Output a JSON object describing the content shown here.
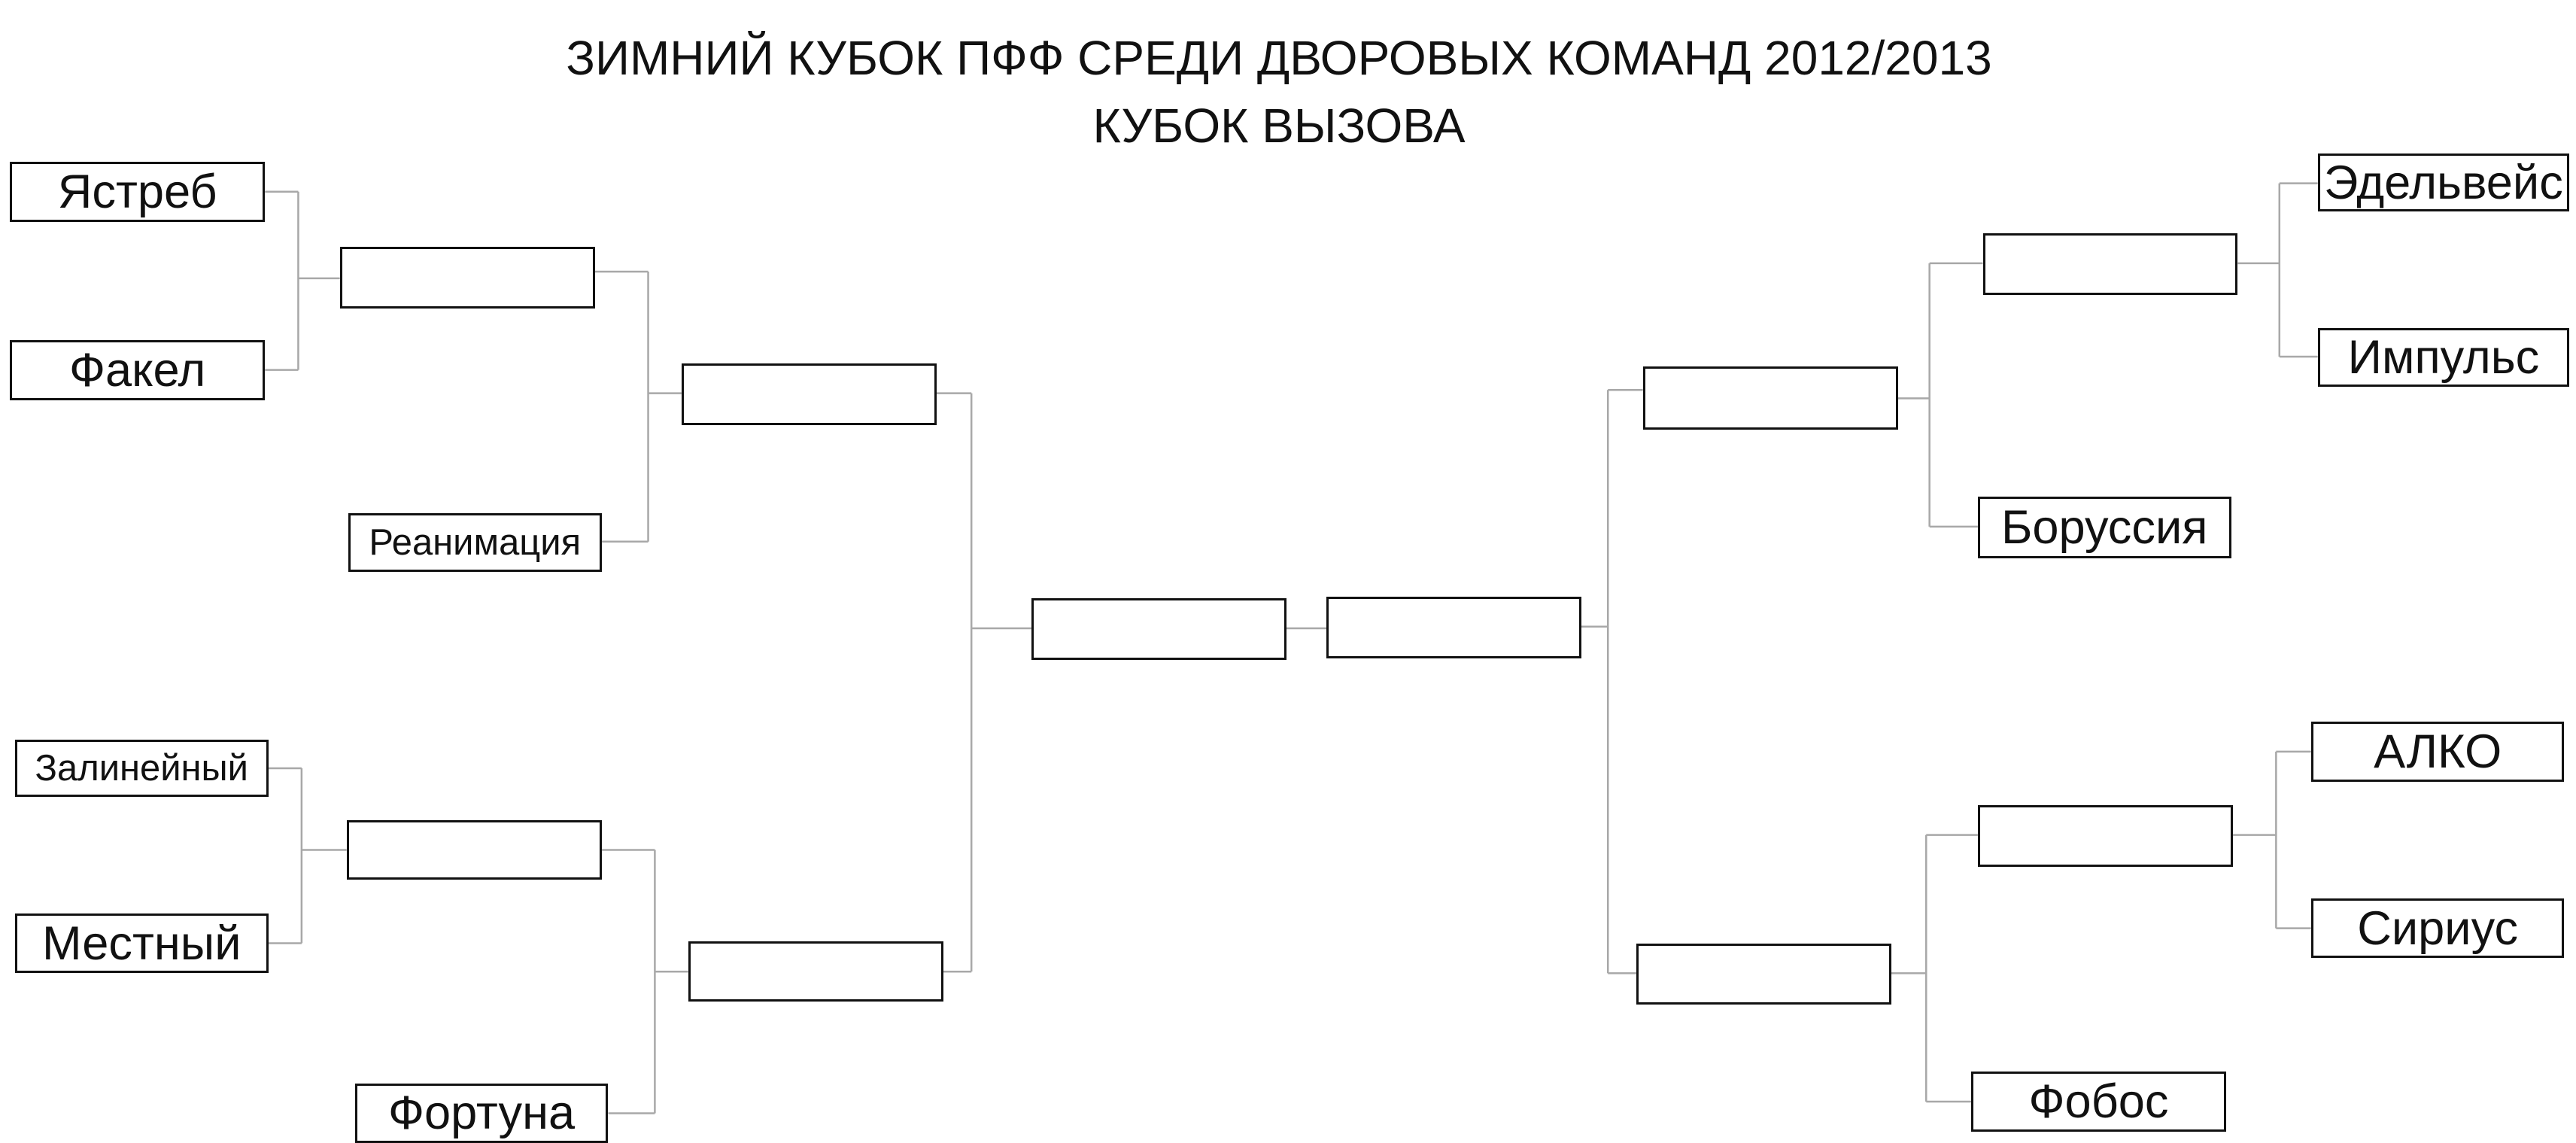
{
  "title": {
    "line1": "ЗИМНИЙ КУБОК ПФФ СРЕДИ ДВОРОВЫХ КОМАНД 2012/2013",
    "line2": "КУБОК ВЫЗОВА"
  },
  "bracket": {
    "left": {
      "round1": [
        "Ястреб",
        "Факел",
        "Залинейный",
        "Местный"
      ],
      "byes": [
        "Реанимация",
        "Фортуна"
      ]
    },
    "right": {
      "round1": [
        "Эдельвейс",
        "Импульс",
        "АЛКО",
        "Сириус"
      ],
      "byes": [
        "Боруссия",
        "Фобос"
      ]
    }
  }
}
